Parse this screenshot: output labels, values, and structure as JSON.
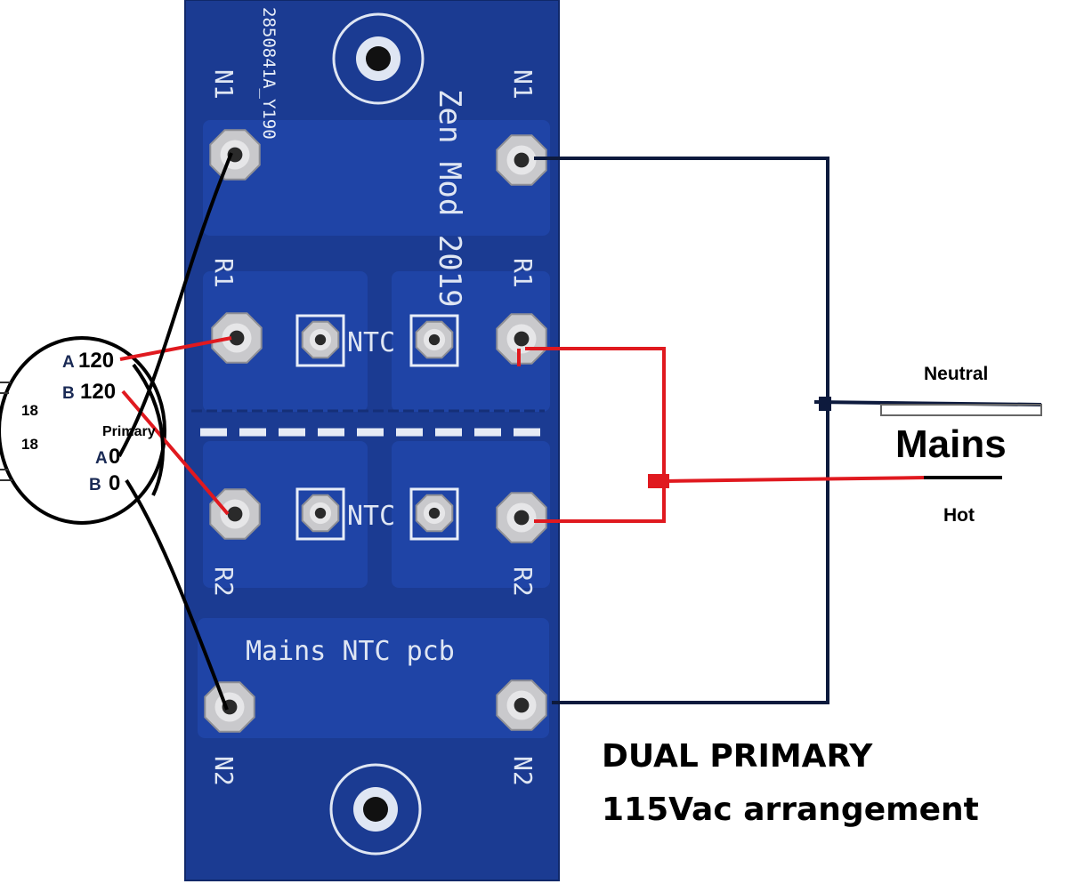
{
  "pcb": {
    "part_number": "2850841A_Y190",
    "board_title": "Zen Mod 2019",
    "board_name": "Mains NTC pcb",
    "ntc_label": "NTC",
    "pads": {
      "n1_left": "N1",
      "n1_right": "N1",
      "r1_left": "R1",
      "r1_right": "R1",
      "r2_left": "R2",
      "r2_right": "R2",
      "n2_left": "N2",
      "n2_right": "N2"
    }
  },
  "transformer": {
    "primary_label": "Primary",
    "secondary_left_top": "18",
    "secondary_left_bottom": "18",
    "taps": [
      {
        "winding": "A",
        "value": "120"
      },
      {
        "winding": "B",
        "value": "120"
      },
      {
        "winding": "A",
        "value": "0"
      },
      {
        "winding": "B",
        "value": "0"
      }
    ]
  },
  "mains": {
    "neutral_label": "Neutral",
    "title": "Mains",
    "hot_label": "Hot"
  },
  "caption": {
    "line1": "DUAL PRIMARY",
    "line2": "115Vac arrangement"
  },
  "colors": {
    "pcb_blue": "#1a3a8f",
    "hot_wire": "#e0191f",
    "neutral_wire": "#0d1a3d",
    "primary_wire": "#000000"
  }
}
